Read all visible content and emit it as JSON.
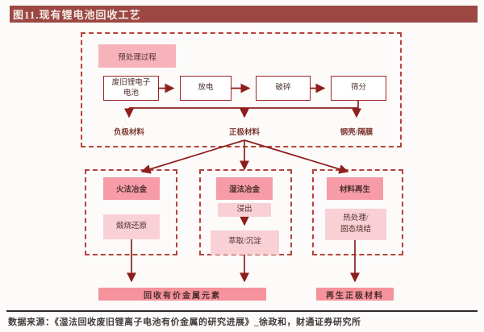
{
  "title": "图11.现有锂电池回收工艺",
  "source": "数据来源：《湿法回收废旧锂离子电池有价金属的研究进展》_徐政和，财通证券研究所",
  "colors": {
    "title_bar_bg": "#9c4742",
    "title_text": "#f5ece9",
    "dashed_border": "#b5433c",
    "box_border": "#9b2723",
    "arrow_red": "#8e1f1c",
    "pink_header": "#f79ba6",
    "pink_light": "#f9d0d5",
    "pink_label": "#f8b3ba",
    "bar_pink": "#f5929c",
    "text_dark": "#4b2f2c",
    "label_red": "#7d3a33",
    "source_text": "#3f3b3a",
    "rule_color": "#2e2a29"
  },
  "pretreatment": {
    "label": "预处理过程",
    "steps": [
      {
        "label": "废旧锂电子电池"
      },
      {
        "label": "放电"
      },
      {
        "label": "破碎"
      },
      {
        "label": "筛分"
      }
    ],
    "outputs": [
      {
        "label": "负极材料"
      },
      {
        "label": "正极材料"
      },
      {
        "label": "钢壳/隔膜"
      }
    ]
  },
  "branches": [
    {
      "header": "火法冶金",
      "steps": [
        {
          "label": "煅烧还原"
        }
      ]
    },
    {
      "header": "湿法冶金",
      "steps": [
        {
          "label": "浸出"
        },
        {
          "label": "萃取/沉淀"
        }
      ]
    },
    {
      "header": "材料再生",
      "steps": [
        {
          "label": "热处理/固态烧结"
        }
      ]
    }
  ],
  "results": [
    {
      "label": "回收有价金属元素"
    },
    {
      "label": "再生正极材料"
    }
  ]
}
